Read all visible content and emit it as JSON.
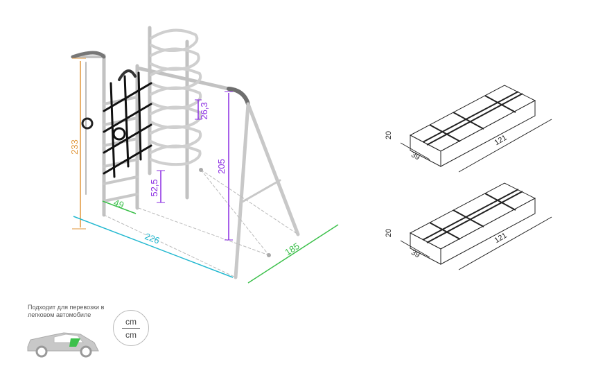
{
  "main_dims": {
    "height_rope": "233",
    "width_total": "226",
    "depth_total": "185",
    "height_swing": "205",
    "height_ladder": "52,5",
    "step_spacing": "26,3",
    "ladder_width": "49"
  },
  "packages": [
    {
      "height": "20",
      "depth": "39",
      "length": "121"
    },
    {
      "height": "20",
      "depth": "39",
      "length": "121"
    }
  ],
  "transport_note": "Подходит для перевозки в легковом автомобиле",
  "units": {
    "top": "cm",
    "bottom": "cm"
  },
  "colors": {
    "frame": "#c8c8c8",
    "net": "#111111",
    "orange": "#e0963a",
    "purple": "#8a2be2",
    "cyan": "#22b8d0",
    "green": "#3cc04b",
    "car_accent": "#3cc04b"
  }
}
